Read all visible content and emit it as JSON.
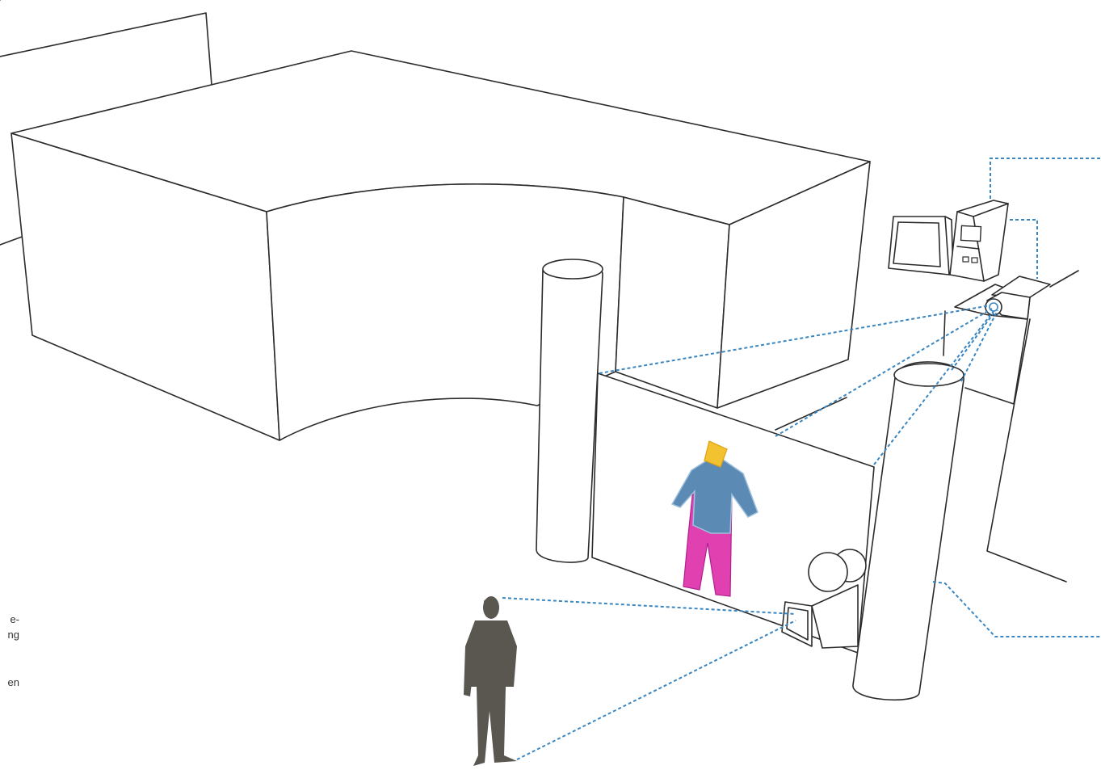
{
  "edge_text": [
    "e-",
    "ng",
    "en"
  ],
  "colors": {
    "line": "#2b2b2b",
    "dotted_link": "#3a86c0",
    "person_silhouette": "#5a5650",
    "figure_shirt": "#5b8bb5",
    "figure_head": "#f2c230",
    "figure_pants": "#e040b0"
  },
  "icons": [
    "building-icon",
    "pillar-icon",
    "projection-screen-icon",
    "projected-figure-icon",
    "projector-icon",
    "camera-icon",
    "monitor-icon",
    "computer-tower-icon",
    "person-silhouette-icon"
  ]
}
